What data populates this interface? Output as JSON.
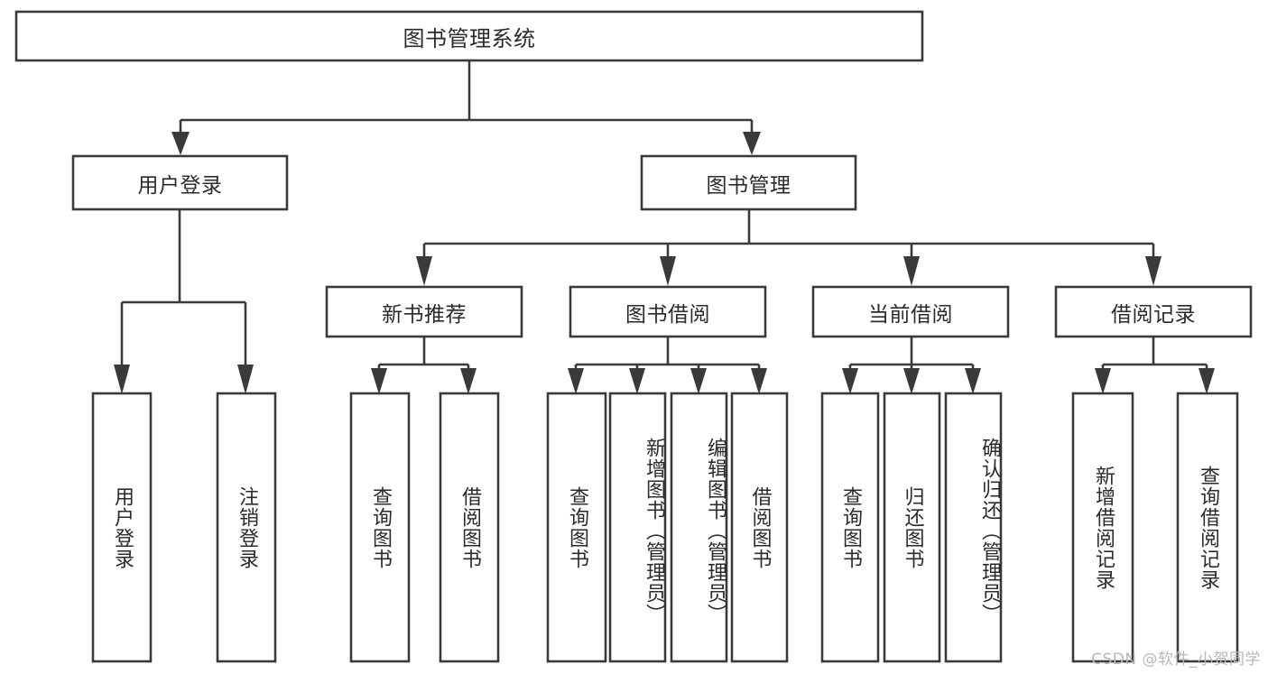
{
  "diagram": {
    "type": "tree-hierarchy-chart",
    "title": "图书管理系统",
    "levels": 4,
    "colors": {
      "box_fill": "#ffffff",
      "box_stroke": "#3a3a3a",
      "text": "#2b2b2b",
      "background": "#ffffff",
      "watermark": "#b9b9b9"
    },
    "root": {
      "label": "图书管理系统"
    },
    "level2": [
      {
        "label": "用户登录"
      },
      {
        "label": "图书管理"
      }
    ],
    "level3": [
      {
        "label": "新书推荐"
      },
      {
        "label": "图书借阅"
      },
      {
        "label": "当前借阅"
      },
      {
        "label": "借阅记录"
      }
    ],
    "leaves": {
      "user_login": [
        {
          "label": "用户登录"
        },
        {
          "label": "注销登录"
        }
      ],
      "new_book_recommend": [
        {
          "label": "查询图书"
        },
        {
          "label": "借阅图书"
        }
      ],
      "book_borrow": [
        {
          "label": "查询图书"
        },
        {
          "label": "新增图书（管理员）"
        },
        {
          "label": "编辑图书（管理员）"
        },
        {
          "label": "借阅图书"
        }
      ],
      "current_borrow": [
        {
          "label": "查询图书"
        },
        {
          "label": "归还图书"
        },
        {
          "label": "确认归还（管理员）"
        }
      ],
      "borrow_records": [
        {
          "label": "新增借阅记录"
        },
        {
          "label": "查询借阅记录"
        }
      ]
    }
  },
  "watermark": {
    "text": "CSDN @软件_小贺同学"
  }
}
